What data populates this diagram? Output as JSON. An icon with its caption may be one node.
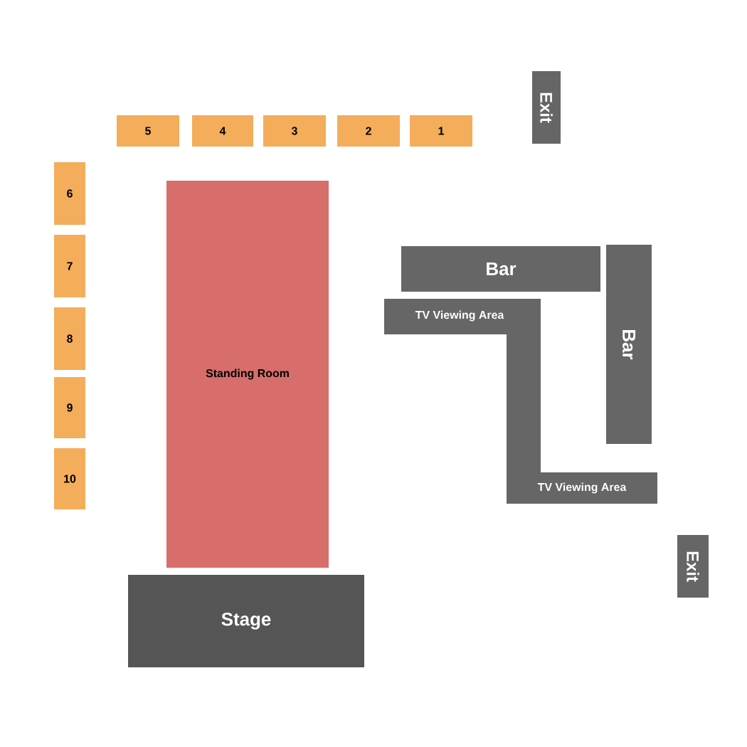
{
  "diagram": {
    "nodes": [
      {
        "text": [
          "Exit"
        ]
      },
      {
        "text": [
          "5"
        ]
      },
      {
        "text": [
          "4"
        ]
      },
      {
        "text": [
          "3"
        ]
      },
      {
        "text": [
          "2"
        ]
      },
      {
        "text": [
          "1"
        ]
      },
      {
        "text": [
          "6"
        ]
      },
      {
        "text": [
          "7"
        ]
      },
      {
        "text": [
          "8"
        ]
      },
      {
        "text": [
          "9"
        ]
      },
      {
        "text": [
          "10"
        ]
      },
      {
        "text": [
          "Standing Room"
        ]
      },
      {
        "text": [
          "Bar"
        ]
      },
      {
        "text": [
          "TV Viewing Area",
          "TV Viewing Area"
        ]
      },
      {
        "text": [
          "Bar"
        ]
      },
      {
        "text": [
          "Exit"
        ]
      },
      {
        "text": [
          "Stage"
        ]
      }
    ]
  }
}
